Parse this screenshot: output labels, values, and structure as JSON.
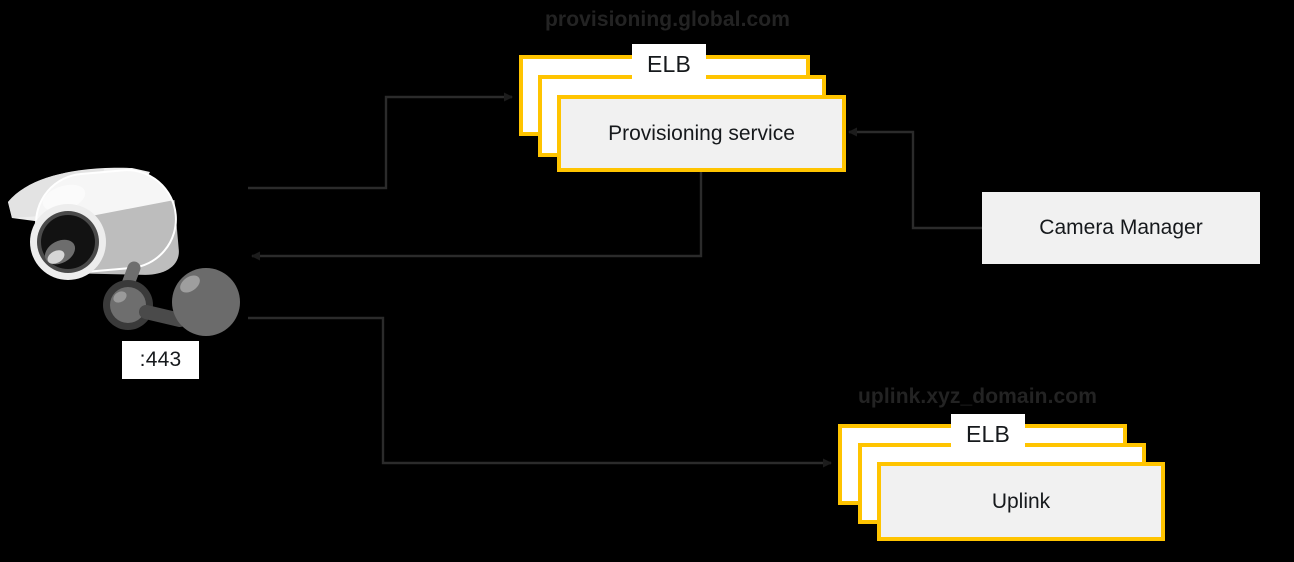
{
  "diagram": {
    "type": "architecture-flow",
    "background": "#000000",
    "accent_color": "#ffc400",
    "box_fill": "#f1f1f1",
    "text_color": "#16191c",
    "domain_label_color": "#232323"
  },
  "device": {
    "name": "security-camera",
    "port_label": ":443"
  },
  "groups": [
    {
      "id": "provisioning",
      "domain_label": "provisioning.global.com",
      "elb_label": "ELB",
      "service_label": "Provisioning  service",
      "stacked": true,
      "copies": 3
    },
    {
      "id": "uplink",
      "domain_label": "uplink.xyz_domain.com",
      "elb_label": "ELB",
      "service_label": "Uplink",
      "stacked": true,
      "copies": 3
    }
  ],
  "nodes": [
    {
      "id": "camera-manager",
      "label": "Camera Manager"
    }
  ],
  "edges": [
    {
      "id": "camera-to-provisioning",
      "from": "security-camera",
      "to": "provisioning-elb",
      "direction": "forward"
    },
    {
      "id": "provisioning-to-camera",
      "from": "provisioning-service",
      "to": "security-camera",
      "direction": "forward"
    },
    {
      "id": "camera-manager-to-provisioning",
      "from": "camera-manager",
      "to": "provisioning-service",
      "direction": "forward"
    },
    {
      "id": "camera-to-uplink",
      "from": "security-camera",
      "to": "uplink-elb",
      "direction": "forward"
    }
  ]
}
